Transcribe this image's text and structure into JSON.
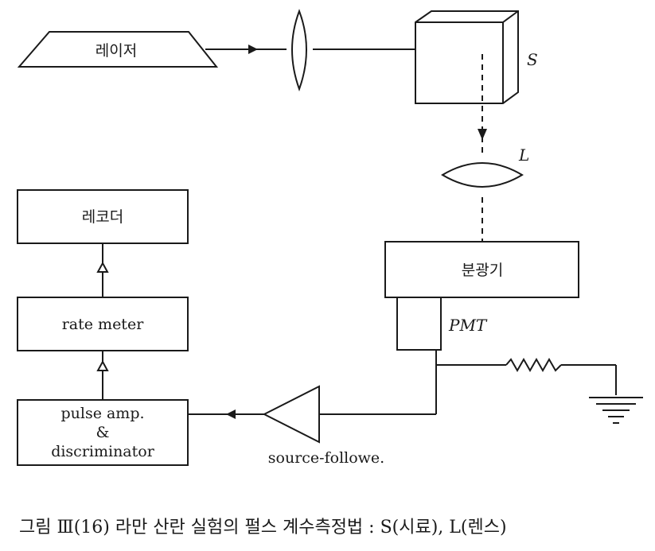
{
  "laser": "레이저",
  "sample": "S",
  "lens": "L",
  "spectrometer": "분광기",
  "pmt": "PMT",
  "recorder": "레코더",
  "rate_meter": "rate meter",
  "pulse_amp": {
    "line1": "pulse amp.",
    "line2": "&",
    "line3": "discriminator"
  },
  "source_follower": "source-followe.",
  "caption": "그림 Ⅲ(16)  라만 산란 실험의 펄스 계수측정법 : S(시료), L(렌스)"
}
